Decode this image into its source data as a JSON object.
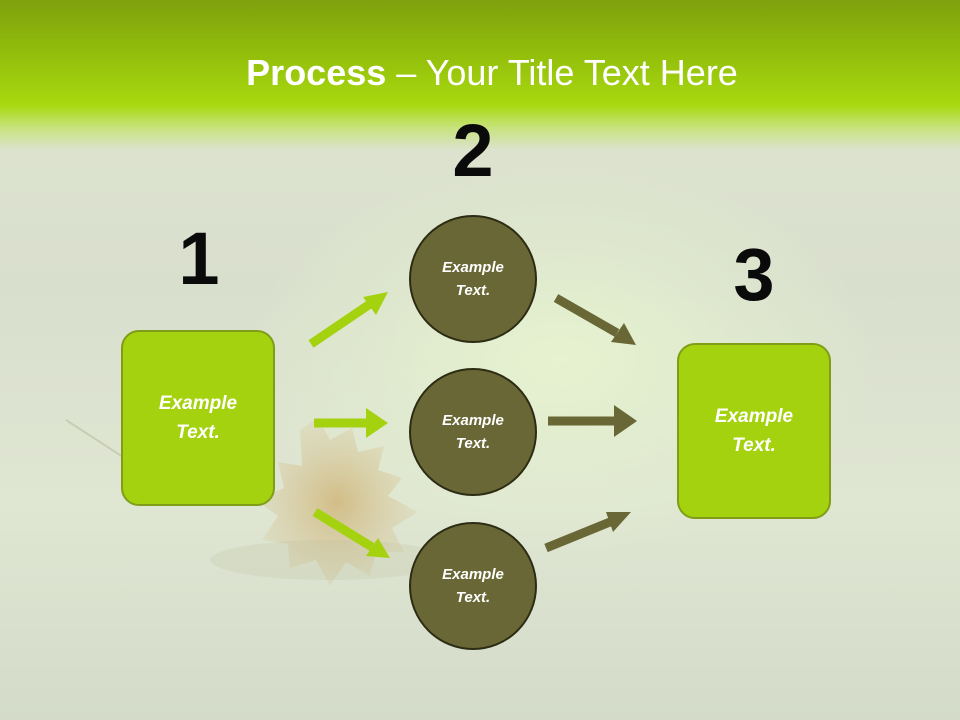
{
  "title": {
    "bold": "Process",
    "rest": " – Your Title Text Here"
  },
  "steps": [
    {
      "number": "1",
      "box_text": "Example Text."
    },
    {
      "number": "2",
      "circles": [
        "Example Text.",
        "Example Text.",
        "Example Text."
      ]
    },
    {
      "number": "3",
      "box_text": "Example Text."
    }
  ],
  "colors": {
    "header_green": "#a8d90f",
    "box_green": "#a5d20f",
    "circle_olive": "#686735",
    "arrow_green": "#a5d20f",
    "arrow_olive": "#686735"
  }
}
